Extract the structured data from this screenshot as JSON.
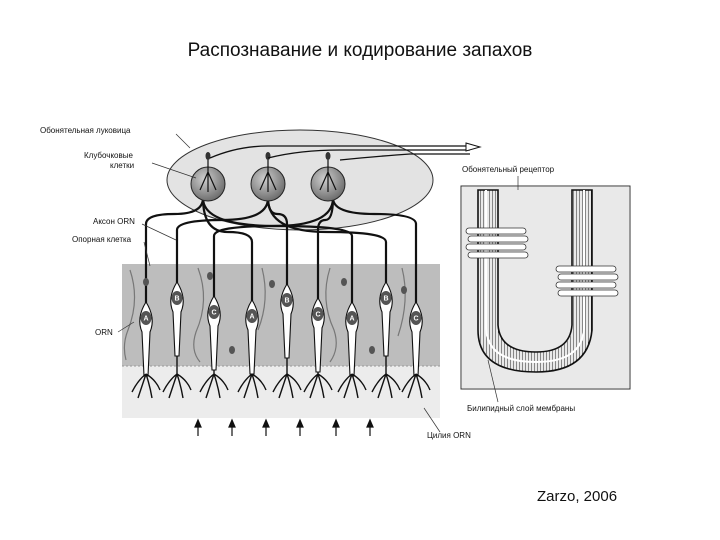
{
  "slide": {
    "title": "Распознавание и кодирование запахов",
    "citation": "Zarzo, 2006"
  },
  "figure": {
    "labels": {
      "olfactory_bulb": "Обонятельная луковица",
      "glomerular_cells_line1": "Клубочковые",
      "glomerular_cells_line2": "клетки",
      "orn_axon": "Аксон ORN",
      "support_cell": "Опорная клетка",
      "orn": "ORN",
      "olfactory_receptor": "Обонятельный рецептор",
      "bilipid_layer": "Билипидный слой мембраны",
      "orn_cilia": "Цилия ORN"
    },
    "neuron_types": [
      "A",
      "B",
      "C",
      "A",
      "B",
      "C",
      "A",
      "B",
      "C"
    ]
  }
}
